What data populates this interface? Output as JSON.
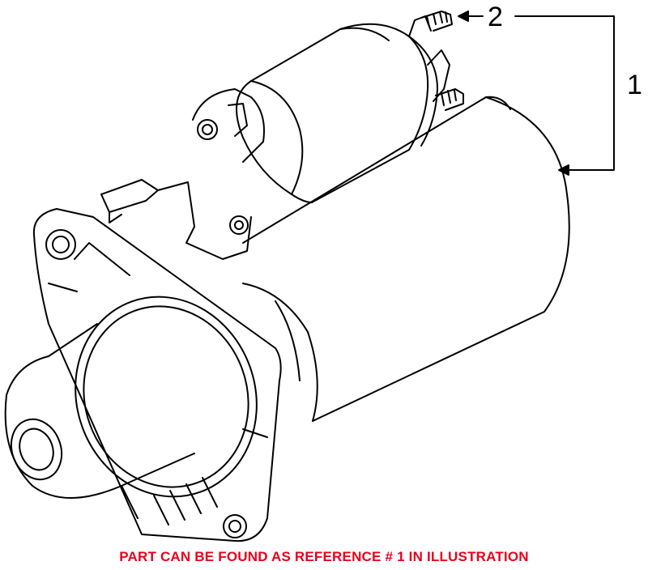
{
  "callouts": {
    "ref_2": "2",
    "ref_1": "1"
  },
  "caption": {
    "text": "PART CAN BE FOUND AS REFERENCE # 1 IN ILLUSTRATION",
    "color": "#e8001c"
  },
  "line_color": "#000000"
}
